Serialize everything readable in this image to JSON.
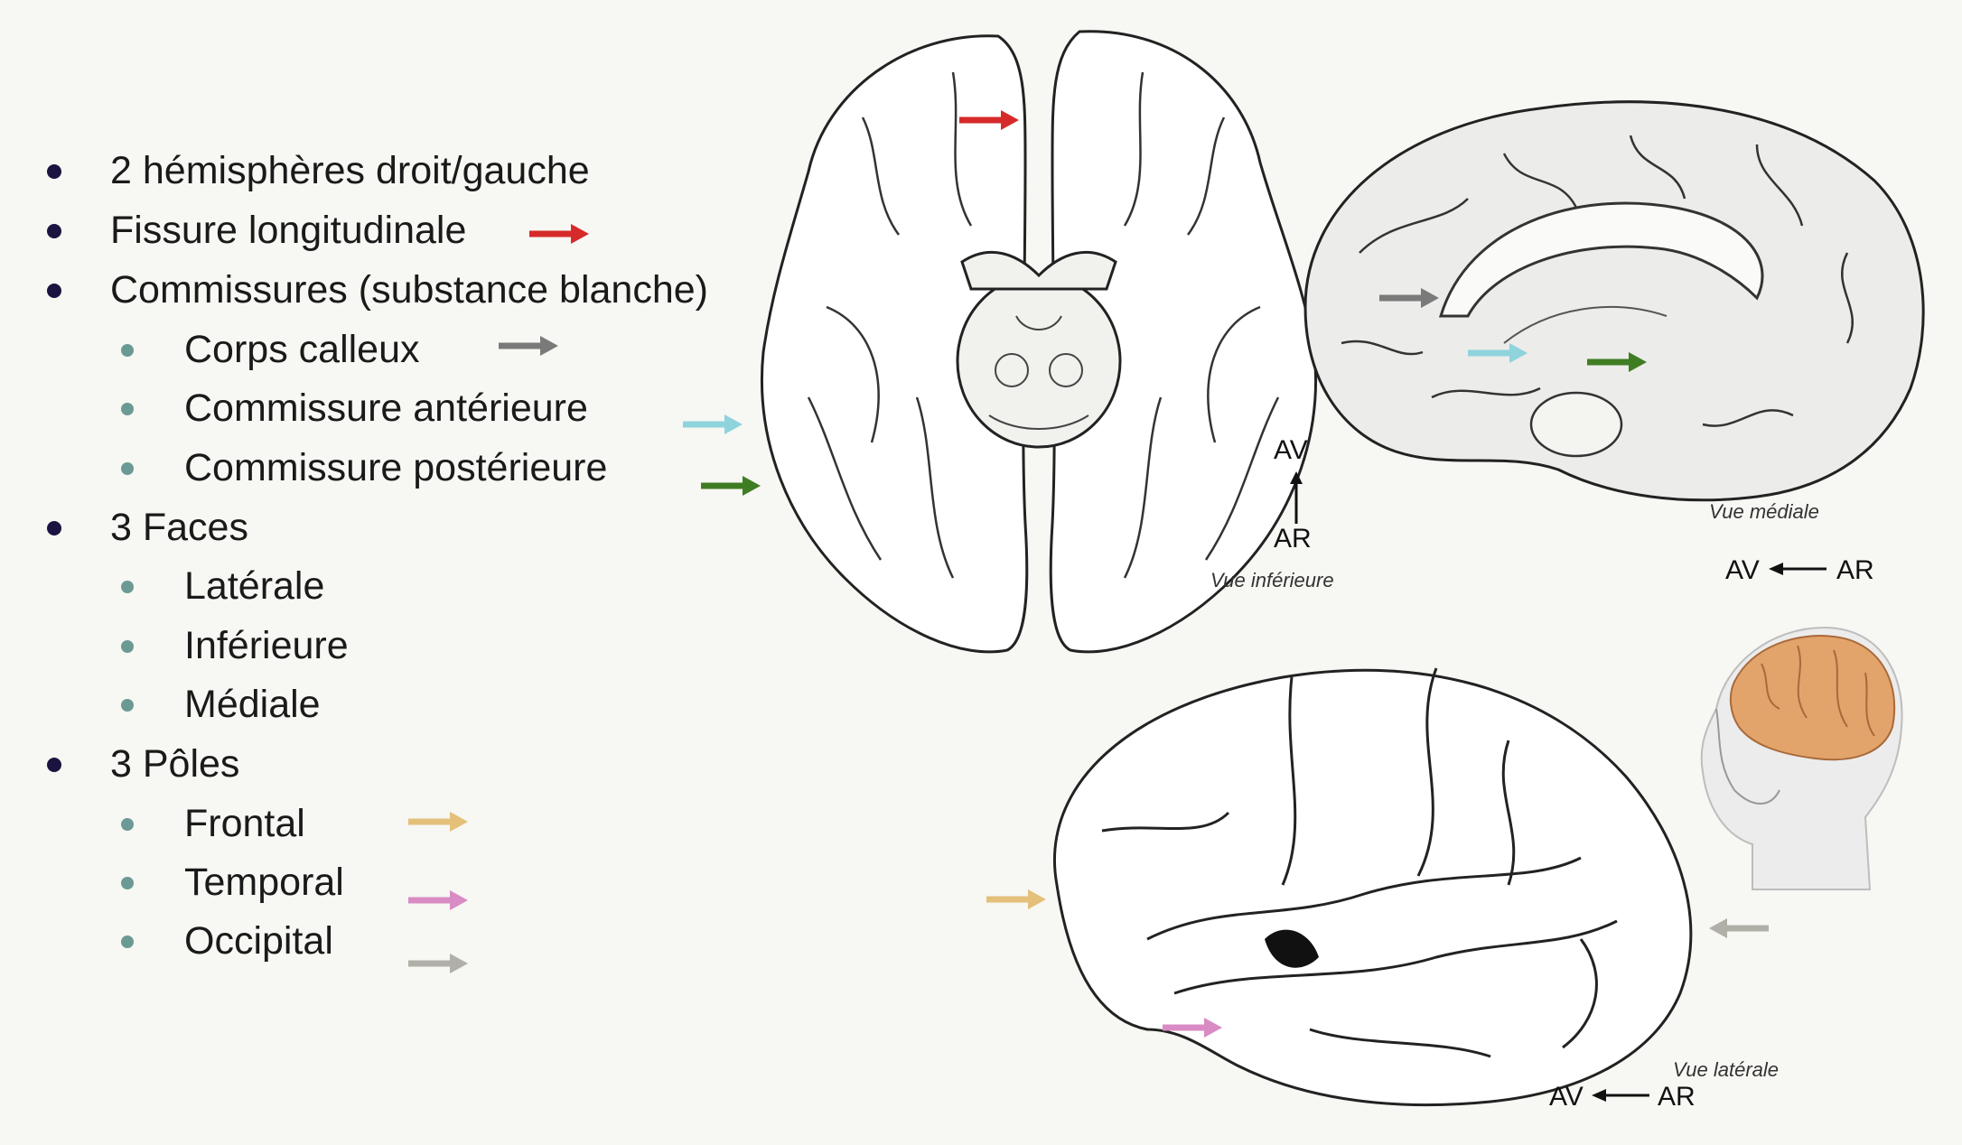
{
  "bullets": [
    {
      "text": "2 hémisphères droit/gauche"
    },
    {
      "text": "Fissure longitudinale"
    },
    {
      "text": "Commissures (substance blanche)"
    },
    {
      "text": "Corps calleux"
    },
    {
      "text": "Commissure antérieure"
    },
    {
      "text": "Commissure postérieure"
    },
    {
      "text": "3 Faces"
    },
    {
      "text": "Latérale"
    },
    {
      "text": "Inférieure"
    },
    {
      "text": "Médiale"
    },
    {
      "text": "3 Pôles"
    },
    {
      "text": "Frontal"
    },
    {
      "text": "Temporal"
    },
    {
      "text": "Occipital"
    }
  ],
  "arrow_colors": {
    "fissure": "#d62a2a",
    "corps_calleux": "#7a7a7a",
    "commissure_anterieure": "#8fd3dd",
    "commissure_posterieure": "#3f7d23",
    "frontal": "#e4c07a",
    "temporal": "#d98bc4",
    "occipital": "#b0b0a8"
  },
  "figures": {
    "inferior": {
      "caption": "Vue inférieure",
      "av": "AV",
      "ar": "AR"
    },
    "medial": {
      "caption": "Vue médiale",
      "av": "AV",
      "ar": "AR"
    },
    "lateral": {
      "caption": "Vue latérale",
      "av": "AV",
      "ar": "AR"
    }
  }
}
